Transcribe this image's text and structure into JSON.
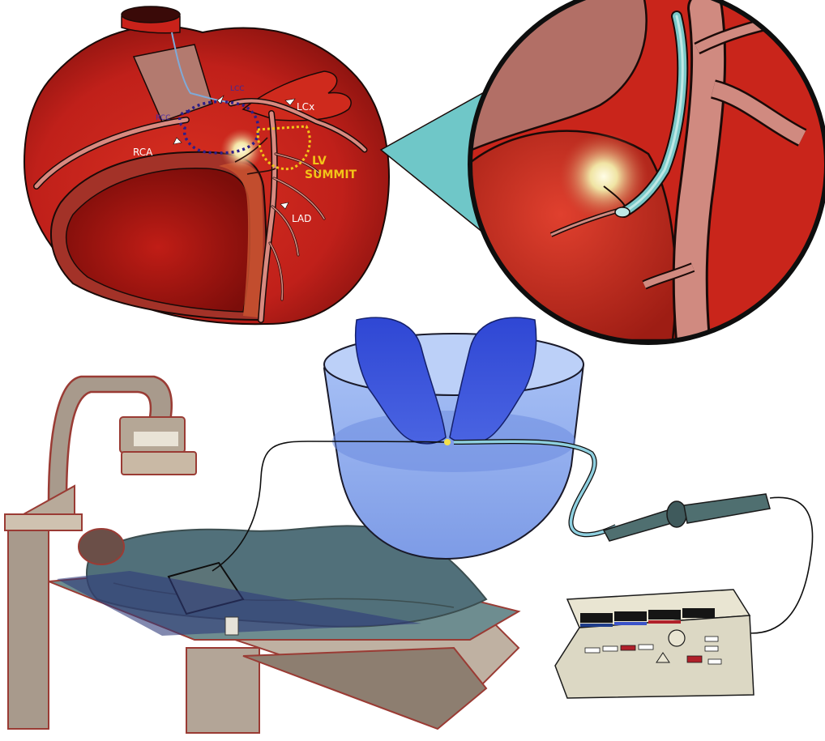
{
  "labels": {
    "lcc": "LCC",
    "rcc": "RCC",
    "lcx": "LCx",
    "rca": "RCA",
    "lad": "LAD",
    "lv": "LV",
    "summit": "SUMMIT"
  },
  "colors": {
    "heart": "#c8221a",
    "heart_dark": "#8e1410",
    "vessel": "#d98a80",
    "summit_line": "#f2c418",
    "cusp_line": "#2c1f8a",
    "catheter": "#7ac8d6",
    "glove": "#3a56d8",
    "bowl": "#8fb0f0",
    "arm": "#a89a8c",
    "drape": "#51707a",
    "generator": "#dcd8c4"
  }
}
